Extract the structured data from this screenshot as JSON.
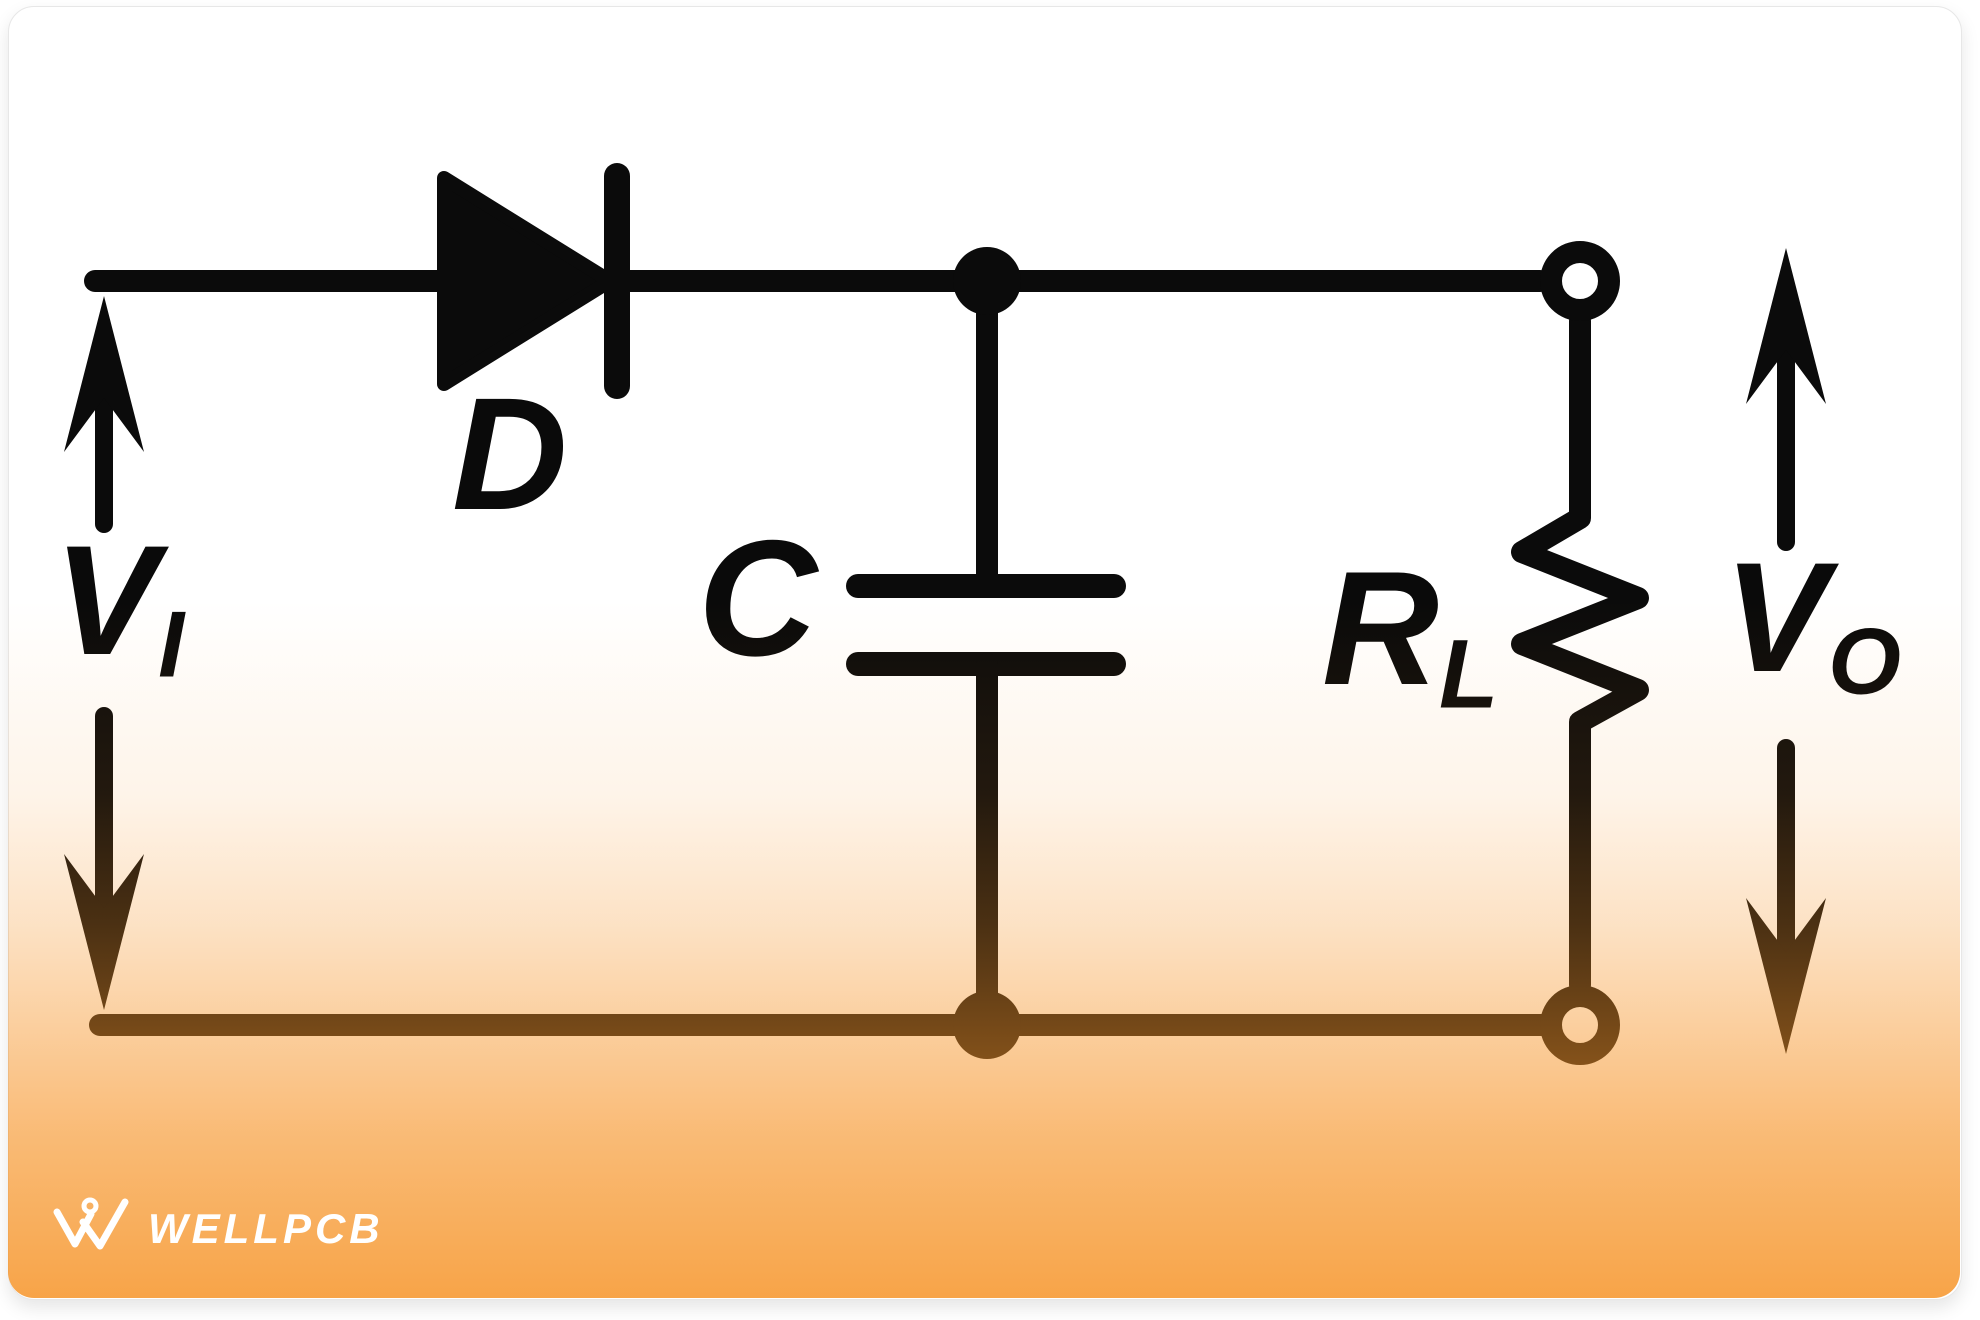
{
  "diagram": {
    "description": "Half-wave rectifier circuit with smoothing capacitor and load resistor",
    "components": {
      "diode": {
        "label": "D"
      },
      "capacitor": {
        "label": "C"
      },
      "load_resistor": {
        "label": "R",
        "subscript": "L"
      },
      "input_voltage": {
        "label": "V",
        "subscript": "I"
      },
      "output_voltage": {
        "label": "V",
        "subscript": "O"
      }
    },
    "colors": {
      "line_black": "#0b0b0b",
      "card_background": "#ffffff",
      "gradient_orange": "#f69428",
      "logo_white": "#ffffff"
    }
  },
  "branding": {
    "logo_text": "WELLPCB"
  }
}
